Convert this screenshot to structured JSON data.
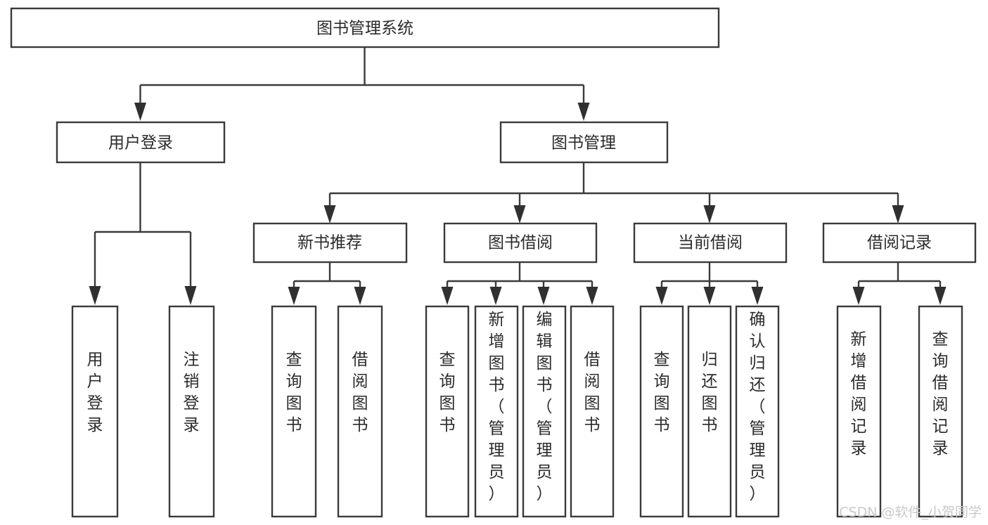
{
  "diagram": {
    "type": "tree-hierarchy",
    "title": "图书管理系统",
    "orientation": "top-down",
    "levels": 3,
    "colors": {
      "background": "#ffffff",
      "box_fill": "#ffffff",
      "box_stroke": "#3a3a3a",
      "text": "#2b2b2b",
      "watermark": "#c9c9c9"
    },
    "root": {
      "label": "图书管理系统",
      "text_orientation": "horizontal"
    },
    "level2": [
      {
        "label": "用户登录",
        "text_orientation": "horizontal"
      },
      {
        "label": "图书管理",
        "text_orientation": "horizontal"
      }
    ],
    "level3": [
      {
        "label": "新书推荐",
        "text_orientation": "horizontal",
        "parent": "图书管理"
      },
      {
        "label": "图书借阅",
        "text_orientation": "horizontal",
        "parent": "图书管理"
      },
      {
        "label": "当前借阅",
        "text_orientation": "horizontal",
        "parent": "图书管理"
      },
      {
        "label": "借阅记录",
        "text_orientation": "horizontal",
        "parent": "图书管理"
      }
    ],
    "leaves": {
      "用户登录": [
        {
          "label": "用户登录",
          "chars": [
            "用",
            "户",
            "登",
            "录"
          ],
          "text_orientation": "vertical"
        },
        {
          "label": "注销登录",
          "chars": [
            "注",
            "销",
            "登",
            "录"
          ],
          "text_orientation": "vertical"
        }
      ],
      "新书推荐": [
        {
          "label": "查询图书",
          "chars": [
            "查",
            "询",
            "图",
            "书"
          ],
          "text_orientation": "vertical"
        },
        {
          "label": "借阅图书",
          "chars": [
            "借",
            "阅",
            "图",
            "书"
          ],
          "text_orientation": "vertical"
        }
      ],
      "图书借阅": [
        {
          "label": "查询图书",
          "chars": [
            "查",
            "询",
            "图",
            "书"
          ],
          "text_orientation": "vertical"
        },
        {
          "label": "新增图书（管理员）",
          "chars": [
            "新",
            "增",
            "图",
            "书",
            "（",
            "管",
            "理",
            "员",
            "）"
          ],
          "text_orientation": "vertical"
        },
        {
          "label": "编辑图书（管理员）",
          "chars": [
            "编",
            "辑",
            "图",
            "书",
            "（",
            "管",
            "理",
            "员",
            "）"
          ],
          "text_orientation": "vertical"
        },
        {
          "label": "借阅图书",
          "chars": [
            "借",
            "阅",
            "图",
            "书"
          ],
          "text_orientation": "vertical"
        }
      ],
      "当前借阅": [
        {
          "label": "查询图书",
          "chars": [
            "查",
            "询",
            "图",
            "书"
          ],
          "text_orientation": "vertical"
        },
        {
          "label": "归还图书",
          "chars": [
            "归",
            "还",
            "图",
            "书"
          ],
          "text_orientation": "vertical"
        },
        {
          "label": "确认归还（管理员）",
          "chars": [
            "确",
            "认",
            "归",
            "还",
            "（",
            "管",
            "理",
            "员",
            "）"
          ],
          "text_orientation": "vertical"
        }
      ],
      "借阅记录": [
        {
          "label": "新增借阅记录",
          "chars": [
            "新",
            "增",
            "借",
            "阅",
            "记",
            "录"
          ],
          "text_orientation": "vertical"
        },
        {
          "label": "查询借阅记录",
          "chars": [
            "查",
            "询",
            "借",
            "阅",
            "记",
            "录"
          ],
          "text_orientation": "vertical"
        }
      ]
    }
  },
  "watermark": {
    "text": "CSDN @软件_小贺同学"
  }
}
